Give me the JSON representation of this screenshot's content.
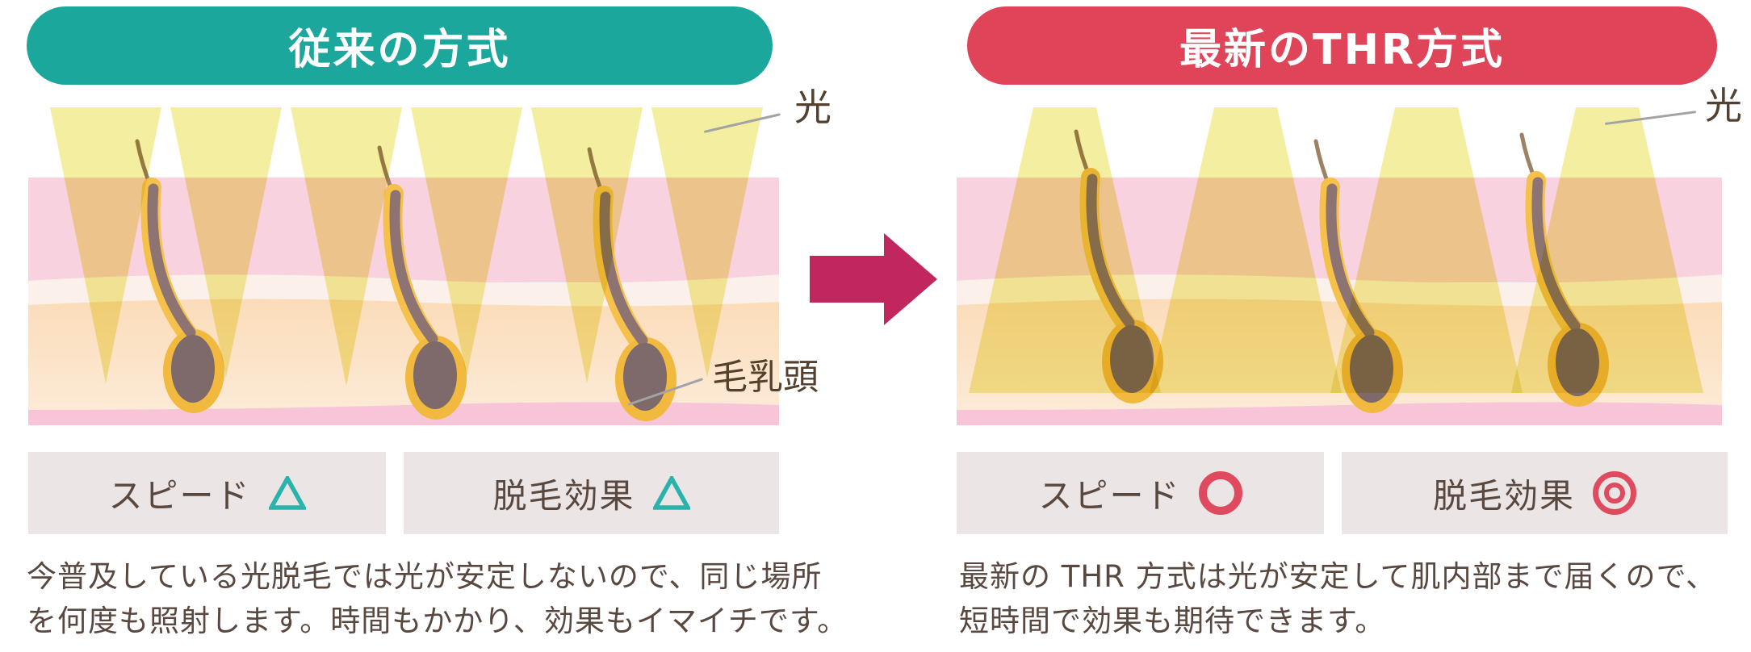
{
  "left_panel": {
    "header": "従来の方式",
    "light_label": "光",
    "papilla_label": "毛乳頭",
    "ratings": [
      {
        "label": "スピード",
        "value": "△",
        "symbol": "triangle"
      },
      {
        "label": "脱毛効果",
        "value": "△",
        "symbol": "triangle"
      }
    ],
    "description": [
      "今普及している光脱毛では光が安定しないので、同じ場所",
      "を何度も照射します。時間もかかり、効果もイマイチです。"
    ]
  },
  "right_panel": {
    "header": "最新のTHR方式",
    "light_label": "光",
    "ratings": [
      {
        "label": "スピード",
        "value": "○",
        "symbol": "circle"
      },
      {
        "label": "脱毛効果",
        "value": "◎",
        "symbol": "double-circle"
      }
    ],
    "description": [
      "最新の THR 方式は光が安定して肌内部まで届くので、",
      "短時間で効果も期待できます。"
    ]
  },
  "icons": {
    "arrow": "right-arrow",
    "triangle": "teal outlined triangle rating",
    "circle": "red ring rating",
    "double_circle": "red double ring rating"
  },
  "colors": {
    "header_teal": "#1BA79B",
    "header_red": "#E04459",
    "arrow_crimson": "#C2265E",
    "beam_yellow": "#F3EEA0",
    "skin_epidermis_pink": "#F8D2DE",
    "skin_cream_strip": "#FCF1EA",
    "skin_dermis_peach": "#FBDCB9",
    "skin_lower_pink_band": "#F7C5D7",
    "follicle_gold": "#F5C14A",
    "hair_dark": "#8D7472",
    "rating_box_bg": "#EBE5E5",
    "text_brown": "#594840",
    "symbol_teal": "#2AB3AA",
    "symbol_red": "#E04A5F",
    "leader_gray": "#A3A3A3"
  }
}
